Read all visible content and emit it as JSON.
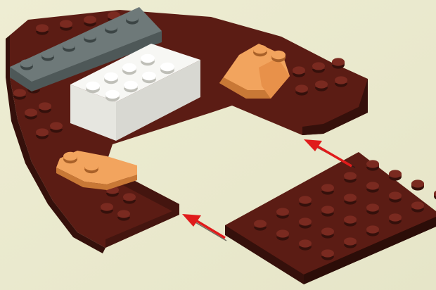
{
  "scene": {
    "kind": "building-instruction-step",
    "background_color": "#ECEBD0",
    "colors": {
      "dark_brown": "#5B1C14",
      "dark_brown_shadow": "#35100B",
      "dark_brown_highlight": "#7A2A20",
      "white_brick": "#F7F7F4",
      "white_brick_shadow": "#D8D8D2",
      "grey_plate": "#6E7979",
      "grey_plate_shadow": "#4E5858",
      "tan_slope": "#F2A45E",
      "tan_slope_shadow": "#C87836",
      "arrow_red": "#E01B1B"
    },
    "parts": [
      {
        "name": "boat-hull-base",
        "color": "dark_brown"
      },
      {
        "name": "grey-plate-1x6",
        "color": "grey_plate"
      },
      {
        "name": "white-brick-2x4",
        "color": "white_brick"
      },
      {
        "name": "tan-slope-right",
        "color": "tan_slope"
      },
      {
        "name": "tan-slope-left",
        "color": "tan_slope"
      },
      {
        "name": "brown-plate-4x6",
        "color": "dark_brown"
      }
    ],
    "arrows": [
      {
        "name": "arrow-upper",
        "points_to": "hull-right-notch",
        "color": "arrow_red"
      },
      {
        "name": "arrow-lower",
        "points_to": "hull-left-notch",
        "color": "arrow_red"
      }
    ]
  }
}
